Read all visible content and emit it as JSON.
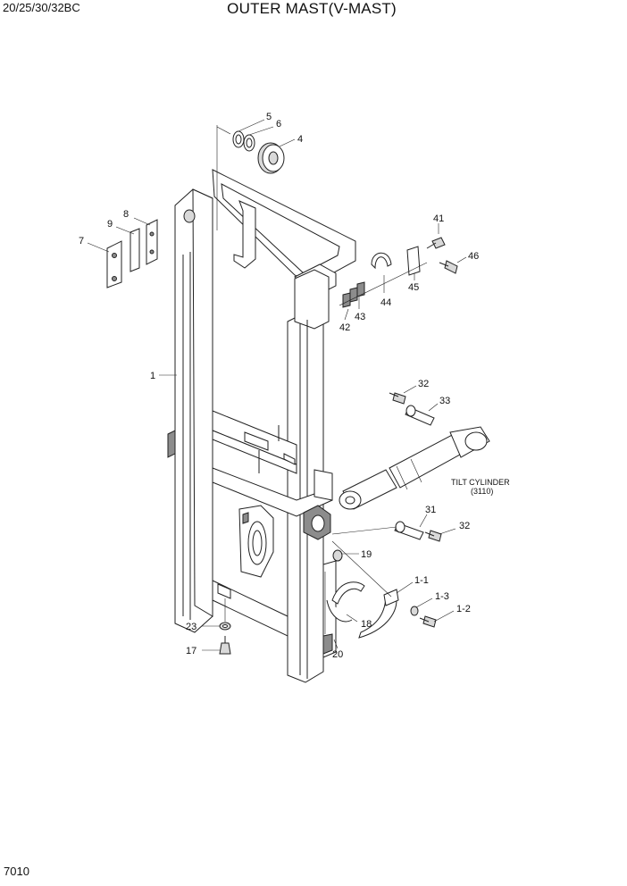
{
  "header": {
    "model": "20/25/30/32BC",
    "title": "OUTER MAST(V-MAST)"
  },
  "footer": {
    "page_number": "7010"
  },
  "callouts": [
    "5",
    "6",
    "4",
    "41",
    "46",
    "8",
    "9",
    "7",
    "45",
    "44",
    "43",
    "42",
    "1",
    "32",
    "33",
    "31",
    "32",
    "19",
    "1-1",
    "1-3",
    "1-2",
    "18",
    "20",
    "23",
    "17"
  ],
  "reference_note": {
    "line1": "TILT CYLINDER",
    "line2": "(3110)"
  }
}
